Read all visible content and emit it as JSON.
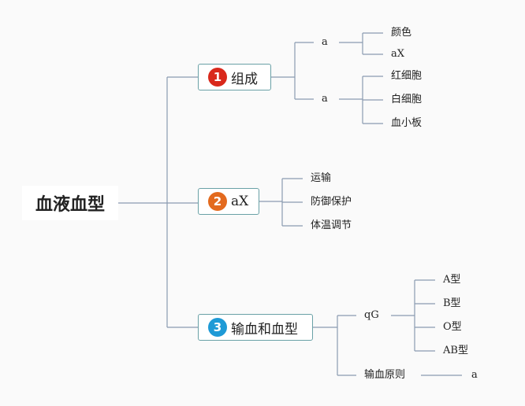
{
  "root": {
    "label": "血液血型"
  },
  "branches": [
    {
      "number": "1",
      "label": "组成",
      "color": "#d9291c",
      "children": [
        {
          "label": "a",
          "children": [
            "颜色",
            "aX"
          ]
        },
        {
          "label": "a",
          "children": [
            "红细胞",
            "白细胞",
            "血小板"
          ]
        }
      ]
    },
    {
      "number": "2",
      "label": "aX",
      "color": "#e36a1e",
      "children": [
        "运输",
        "防御保护",
        "体温调节"
      ]
    },
    {
      "number": "3",
      "label": "输血和血型",
      "color": "#1e9ad6",
      "children": [
        {
          "label": "qG",
          "children": [
            "A型",
            "B型",
            "O型",
            "AB型"
          ]
        },
        {
          "label": "输血原则",
          "children": [
            "a"
          ]
        }
      ]
    }
  ]
}
